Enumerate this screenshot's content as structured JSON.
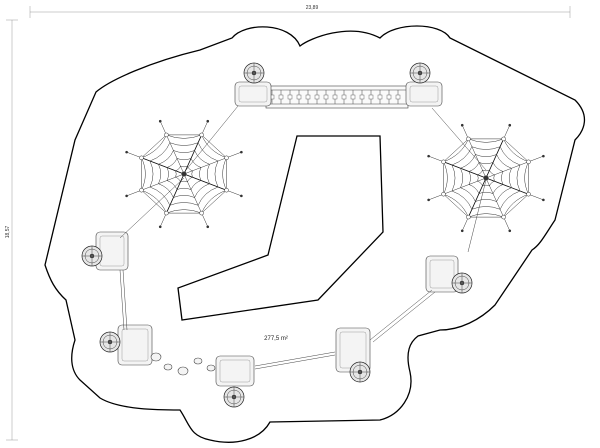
{
  "dimensions": {
    "width_label": "23,89",
    "height_label": "18,57"
  },
  "area_label": "277,5 m²"
}
